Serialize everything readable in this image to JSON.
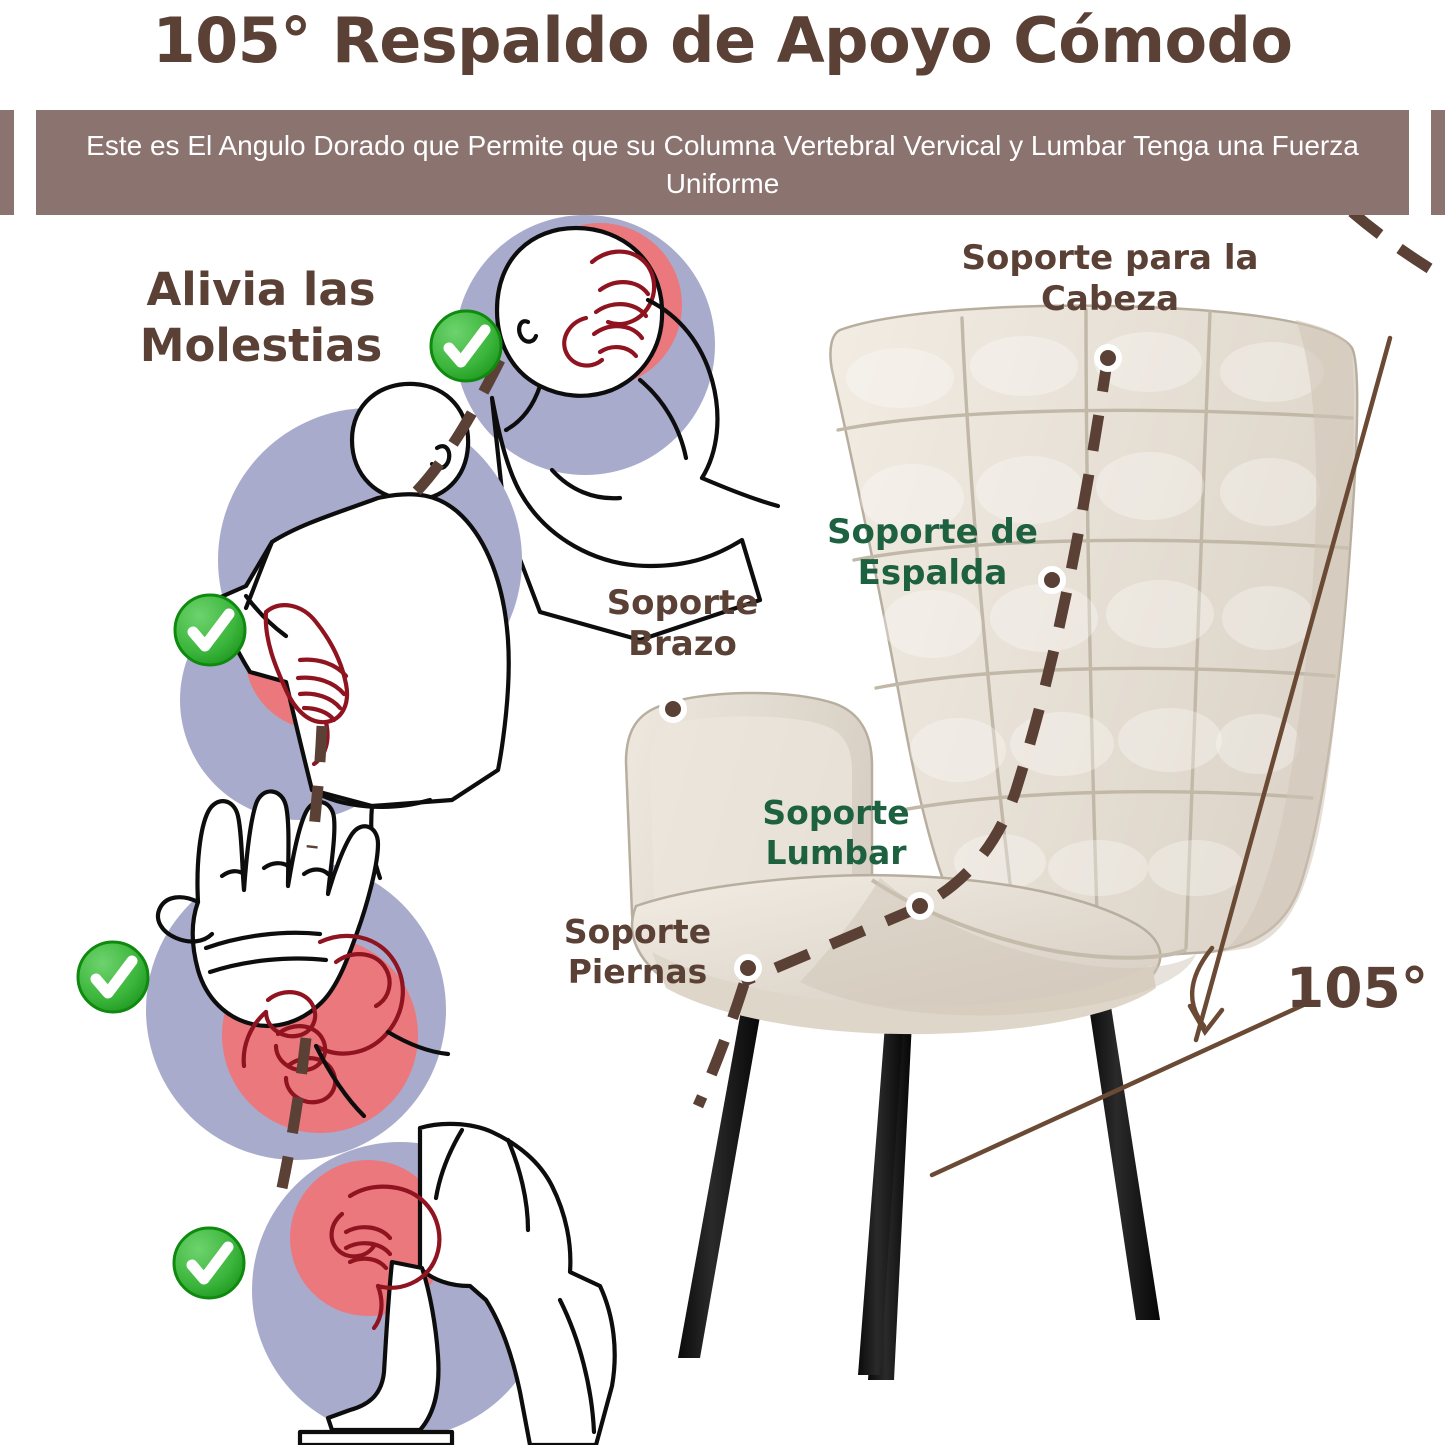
{
  "header": {
    "title": "105° Respaldo de Apoyo Cómodo",
    "subtitle": "Este es El Angulo Dorado que Permite que su Columna Vertebral Vervical y Lumbar Tenga una Fuerza Uniforme",
    "banner_color": "#8b7370",
    "title_color": "#5a4035"
  },
  "left_panel": {
    "heading": "Alivia las Molestias",
    "check_icon": "check-circle-icon",
    "illustrations": [
      {
        "name": "neck-pain-figure",
        "pain_area": "neck"
      },
      {
        "name": "back-pain-figure",
        "pain_area": "lower-back"
      },
      {
        "name": "wrist-pain-figure",
        "pain_area": "wrist"
      },
      {
        "name": "knee-pain-figure",
        "pain_area": "knee"
      }
    ]
  },
  "chair": {
    "product": "upholstered-accent-chair",
    "fabric_color": "#eae4da",
    "leg_color": "#1a1a1a",
    "labels": [
      {
        "id": "head",
        "text": "Soporte para la Cabeza",
        "color": "#5a4035"
      },
      {
        "id": "back",
        "text": "Soporte de Espalda",
        "color": "#1d6140"
      },
      {
        "id": "arm",
        "text": "Soporte Brazo",
        "color": "#5a4035"
      },
      {
        "id": "lumbar",
        "text": "Soporte Lumbar",
        "color": "#1d6140"
      },
      {
        "id": "legs",
        "text": "Soporte Piernas",
        "color": "#5a4035"
      }
    ],
    "angle": {
      "value": "105°",
      "color": "#5a4035",
      "arrow_icon": "curved-down-arrow-icon"
    },
    "spine_markers": 4
  },
  "colors": {
    "brown": "#5a4035",
    "banner": "#8b7370",
    "green_label": "#1d6140",
    "check_green": "#35b035",
    "pain_red": "#f4706f",
    "halo_purple": "#a9abcd",
    "cream": "#eae4da",
    "black": "#1a1a1a"
  }
}
